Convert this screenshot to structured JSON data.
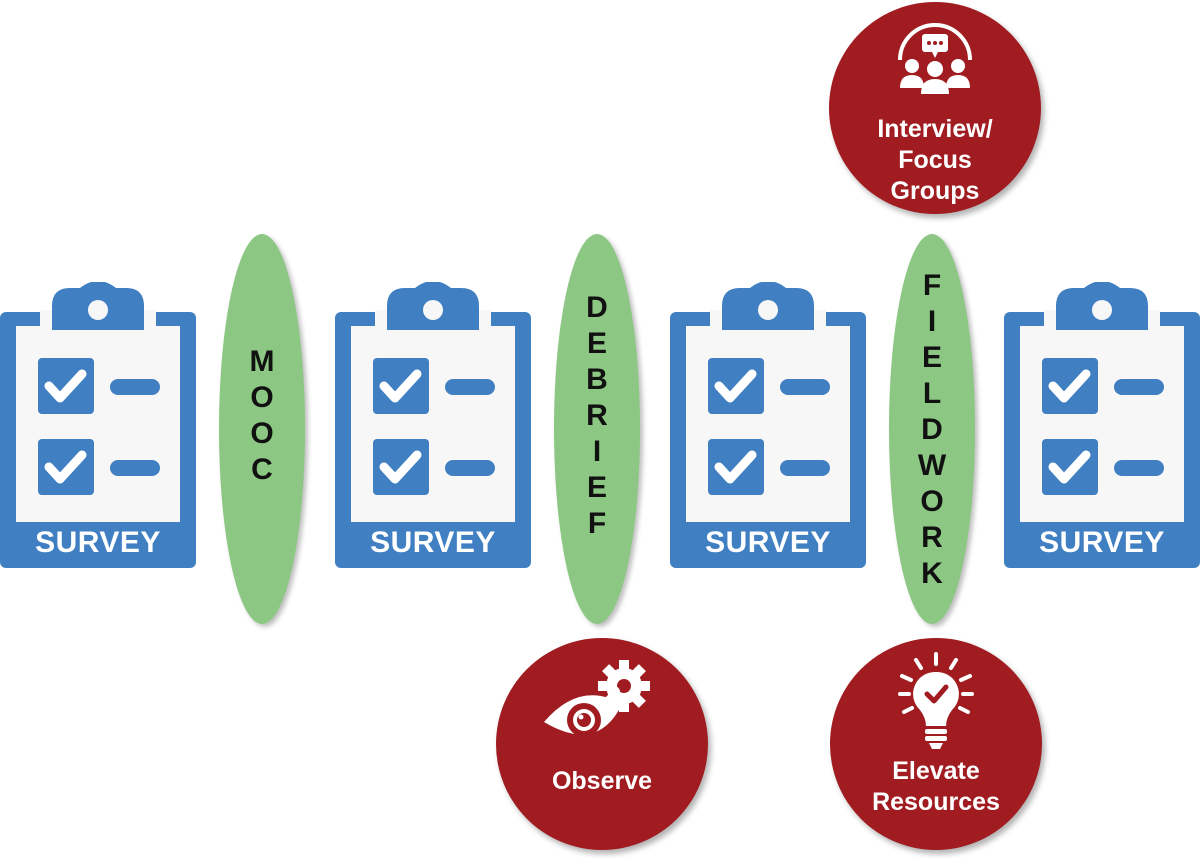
{
  "colors": {
    "survey_blue": "#3f7fc2",
    "survey_bg": "#f7f7f7",
    "pill_green": "#8cc883",
    "circle_red": "#a01c20",
    "text_dark": "#111111",
    "text_light": "#ffffff"
  },
  "surveys": [
    {
      "label": "SURVEY",
      "icon": "clipboard-checklist-icon"
    },
    {
      "label": "SURVEY",
      "icon": "clipboard-checklist-icon"
    },
    {
      "label": "SURVEY",
      "icon": "clipboard-checklist-icon"
    },
    {
      "label": "SURVEY",
      "icon": "clipboard-checklist-icon"
    }
  ],
  "phases": [
    {
      "label": "MOOC",
      "letters": "M\nO\nO\nC"
    },
    {
      "label": "DEBRIEF",
      "letters": "D\nE\nB\nR\nI\nE\nF"
    },
    {
      "label": "FIELDWORK",
      "letters": "F\nI\nE\nL\nD\nW\nO\nR\nK"
    }
  ],
  "activities": [
    {
      "label": "Interview/\nFocus\nGroups",
      "icon": "focus-group-icon"
    },
    {
      "label": "Observe",
      "icon": "eye-gear-icon"
    },
    {
      "label": "Elevate\nResources",
      "icon": "lightbulb-check-icon"
    }
  ]
}
